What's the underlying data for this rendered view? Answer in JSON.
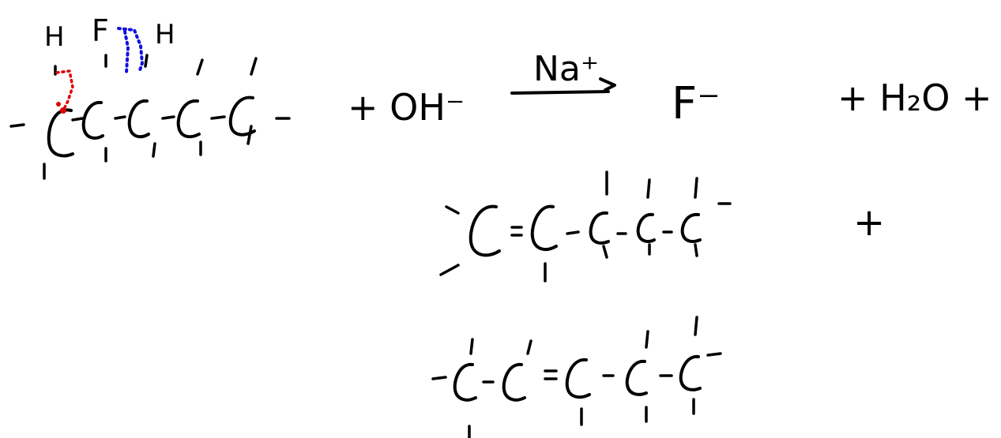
{
  "reaction": {
    "reactant_labels": {
      "h_left": "H",
      "fluorine": "F",
      "h_right": "H"
    },
    "reagent": "+ OH⁻",
    "catalyst": "Na⁺",
    "products": {
      "fluoride": "F⁻",
      "water": "+ H₂O +",
      "plus_after_product1": "+"
    }
  },
  "colors": {
    "ink": "#000000",
    "red_arrow": "#e00000",
    "blue_arrow": "#1010e0"
  }
}
